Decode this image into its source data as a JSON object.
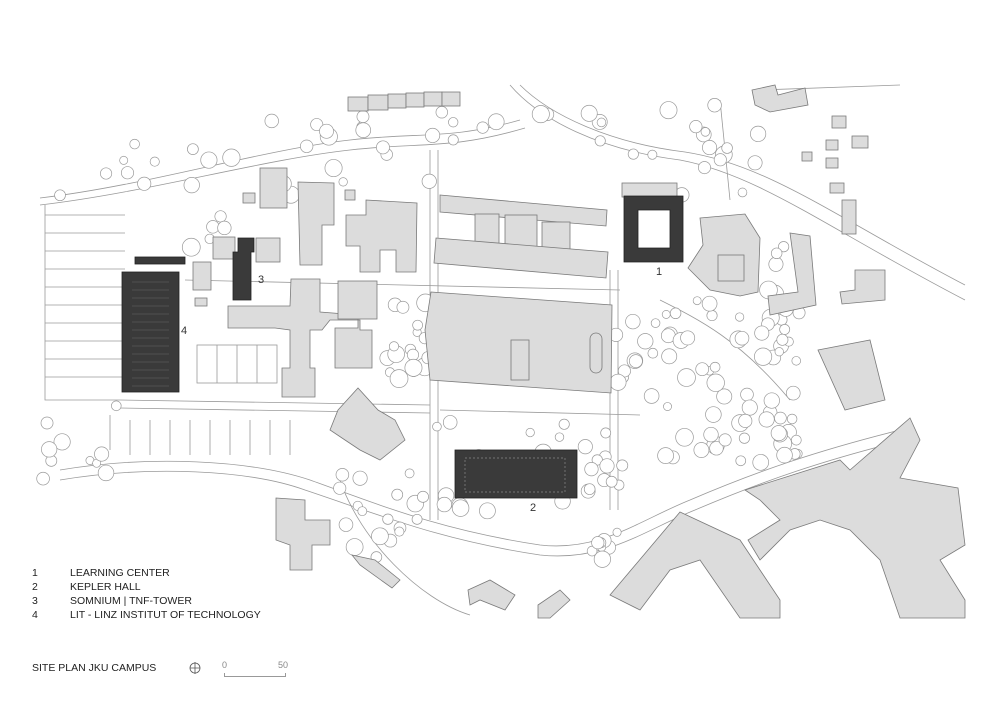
{
  "legend": [
    {
      "number": "1",
      "label": "LEARNING CENTER"
    },
    {
      "number": "2",
      "label": "KEPLER HALL"
    },
    {
      "number": "3",
      "label": "SOMNIUM | TNF-TOWER"
    },
    {
      "number": "4",
      "label": "LIT - LINZ INSTITUT OF TECHNOLOGY"
    }
  ],
  "map_labels": {
    "b1": "1",
    "b2": "2",
    "b3": "3",
    "b4": "4"
  },
  "title": "SITE PLAN JKU CAMPUS",
  "north_icon": "north-arrow-icon",
  "scale": {
    "start": "0",
    "end": "50"
  },
  "colors": {
    "highlight": "#3a3a3a",
    "building": "#dcdcdc",
    "line": "#9a9a9a"
  }
}
